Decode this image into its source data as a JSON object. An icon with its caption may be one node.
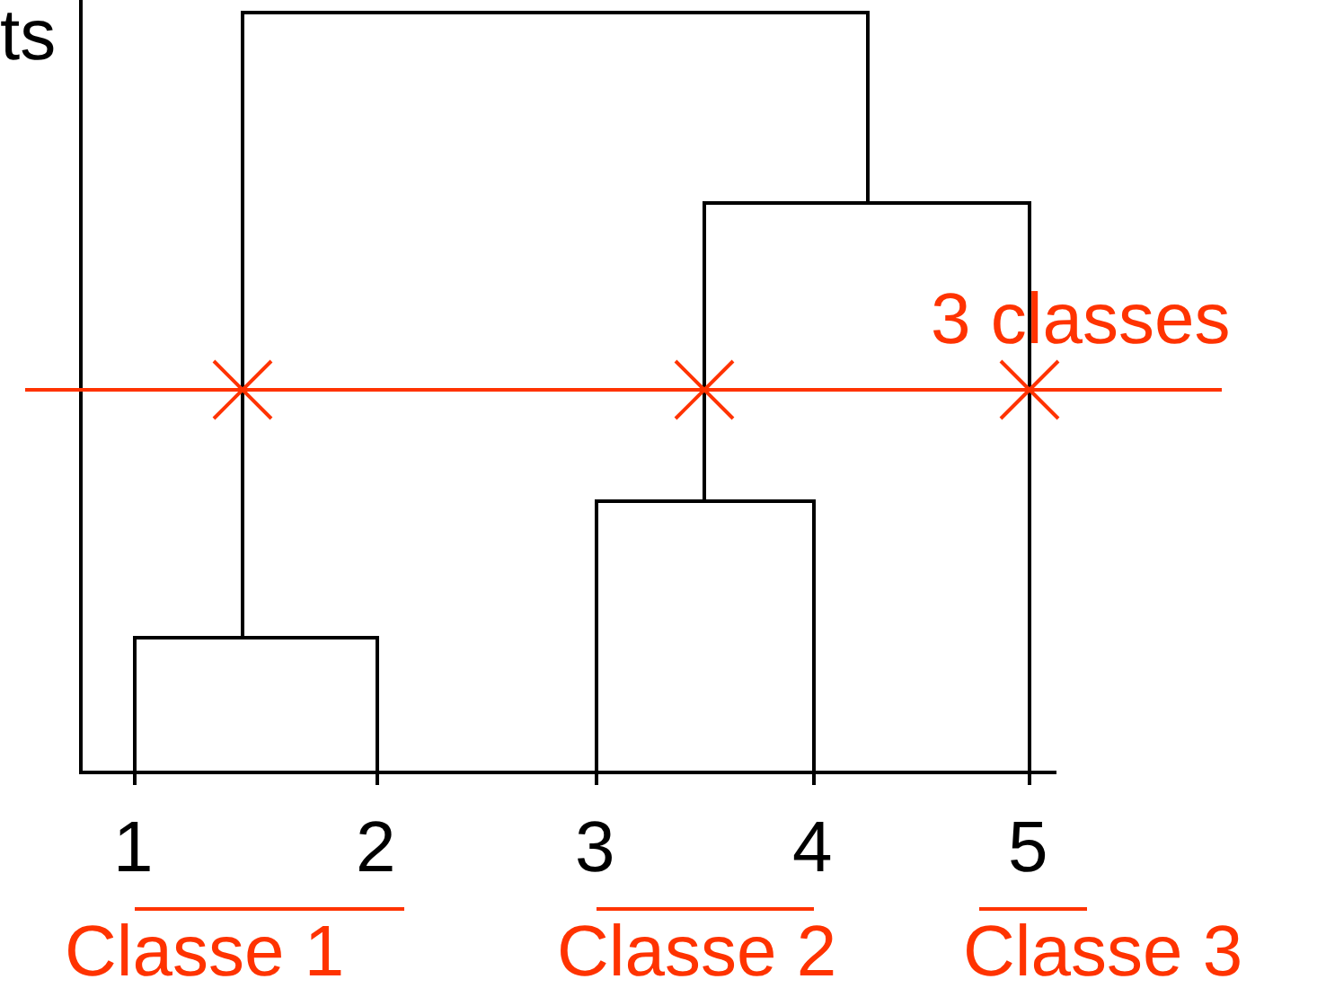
{
  "diagram": {
    "labels": [
      "ts",
      "3 classes",
      "1",
      "2",
      "3",
      "4",
      "5",
      "Classe 1",
      "Classe 2",
      "Classe 3"
    ]
  }
}
